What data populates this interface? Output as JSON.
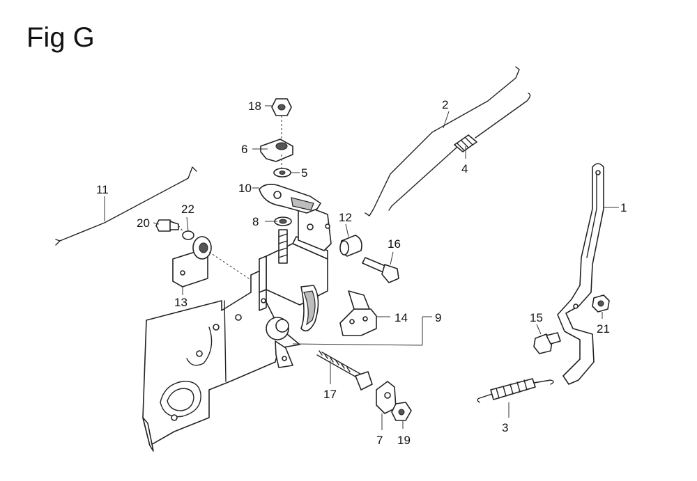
{
  "figure": {
    "title": "Fig G",
    "callouts": [
      {
        "id": "p1",
        "label": "1"
      },
      {
        "id": "p2",
        "label": "2"
      },
      {
        "id": "p3",
        "label": "3"
      },
      {
        "id": "p4",
        "label": "4"
      },
      {
        "id": "p5",
        "label": "5"
      },
      {
        "id": "p6",
        "label": "6"
      },
      {
        "id": "p7",
        "label": "7"
      },
      {
        "id": "p8",
        "label": "8"
      },
      {
        "id": "p9",
        "label": "9"
      },
      {
        "id": "p10",
        "label": "10"
      },
      {
        "id": "p11",
        "label": "11"
      },
      {
        "id": "p12",
        "label": "12"
      },
      {
        "id": "p13",
        "label": "13"
      },
      {
        "id": "p14",
        "label": "14"
      },
      {
        "id": "p15",
        "label": "15"
      },
      {
        "id": "p16",
        "label": "16"
      },
      {
        "id": "p17",
        "label": "17"
      },
      {
        "id": "p18",
        "label": "18"
      },
      {
        "id": "p19",
        "label": "19"
      },
      {
        "id": "p20",
        "label": "20"
      },
      {
        "id": "p21",
        "label": "21"
      },
      {
        "id": "p22",
        "label": "22"
      }
    ]
  }
}
